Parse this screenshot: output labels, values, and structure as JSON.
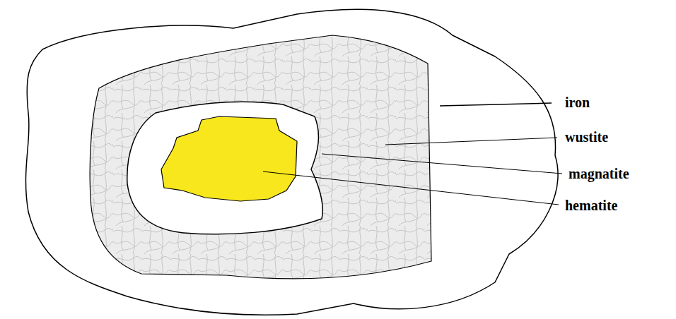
{
  "diagram": {
    "labels": [
      "iron",
      "wustite",
      "magnatite",
      "hematite"
    ]
  }
}
